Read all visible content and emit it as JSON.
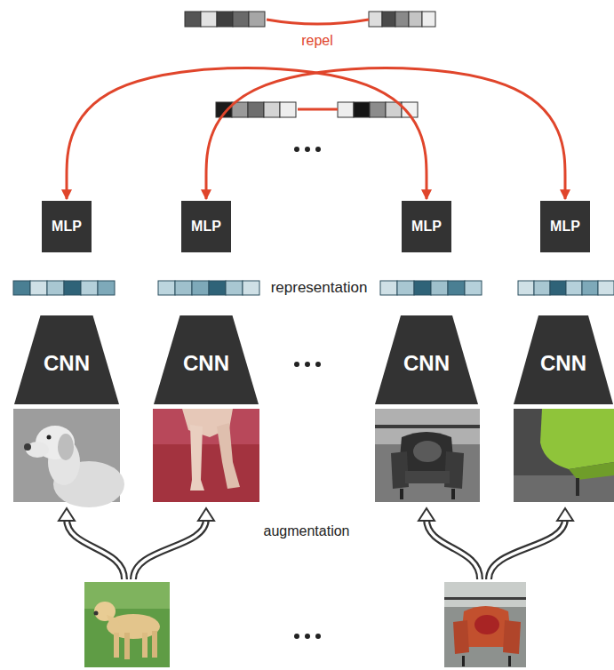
{
  "diagram": {
    "nodes": [
      {
        "text": [
          "MLP"
        ]
      },
      {
        "text": [
          "MLP"
        ]
      },
      {
        "text": [
          "MLP"
        ]
      },
      {
        "text": [
          "MLP"
        ]
      },
      {
        "text": [
          "CNN"
        ]
      },
      {
        "text": [
          "CNN"
        ]
      },
      {
        "text": [
          "CNN"
        ]
      },
      {
        "text": [
          "CNN"
        ]
      }
    ],
    "edges": [
      {
        "from": 0,
        "to": 2,
        "arrow": "both"
      },
      {
        "from": 1,
        "to": 3,
        "arrow": "both"
      }
    ],
    "labels": [
      "repel",
      "representation",
      "augmentation"
    ]
  }
}
